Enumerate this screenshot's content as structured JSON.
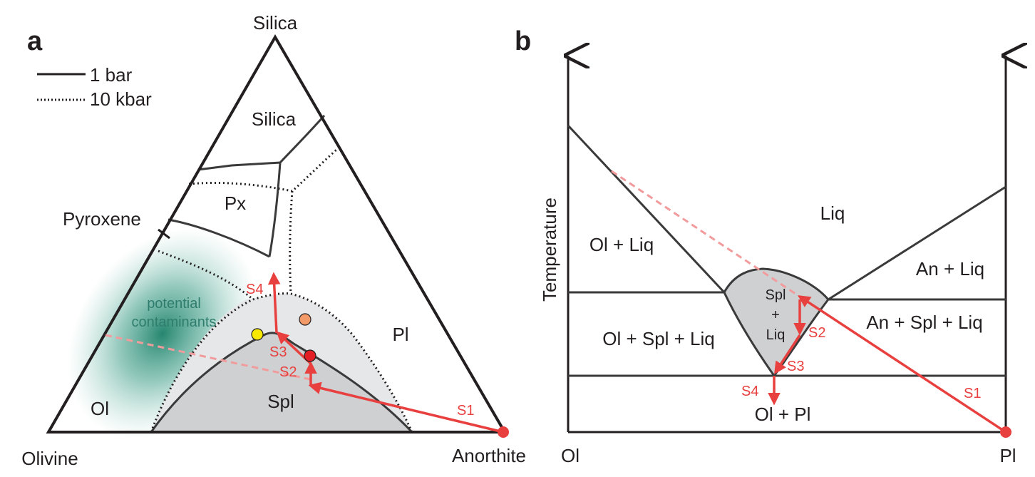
{
  "panel_a": {
    "panel_letter": "a",
    "vertices": {
      "top": "Silica",
      "left": "Olivine",
      "right": "Anorthite"
    },
    "legend": {
      "solid": "1 bar",
      "dotted": "10 kbar"
    },
    "fields": {
      "silica": "Silica",
      "px": "Px",
      "pl": "Pl",
      "ol": "Ol",
      "spl": "Spl"
    },
    "pyroxene_mark": "Pyroxene",
    "contaminants_line1": "potential",
    "contaminants_line2": "contaminants",
    "steps": [
      "S1",
      "S2",
      "S3",
      "S4"
    ],
    "colors": {
      "path": "#e8403f",
      "spl_field": "#cfd0d2",
      "spl_field_10kbar": "#e6e7e8",
      "contaminant": "#1b8068",
      "point_yellow": "#f7ea00",
      "point_orange": "#f29a68",
      "point_red": "#e31e24"
    }
  },
  "panel_b": {
    "panel_letter": "b",
    "y_axis_label": "Temperature",
    "x_left": "Ol",
    "x_right": "Pl",
    "fields": {
      "liq": "Liq",
      "ol_liq": "Ol + Liq",
      "an_liq": "An + Liq",
      "ol_spl_liq": "Ol + Spl + Liq",
      "an_spl_liq": "An + Spl + Liq",
      "spl": "Spl",
      "plus": "+",
      "liq2": "Liq",
      "ol_pl": "Ol + Pl"
    },
    "steps": [
      "S1",
      "S2",
      "S3",
      "S4"
    ]
  }
}
